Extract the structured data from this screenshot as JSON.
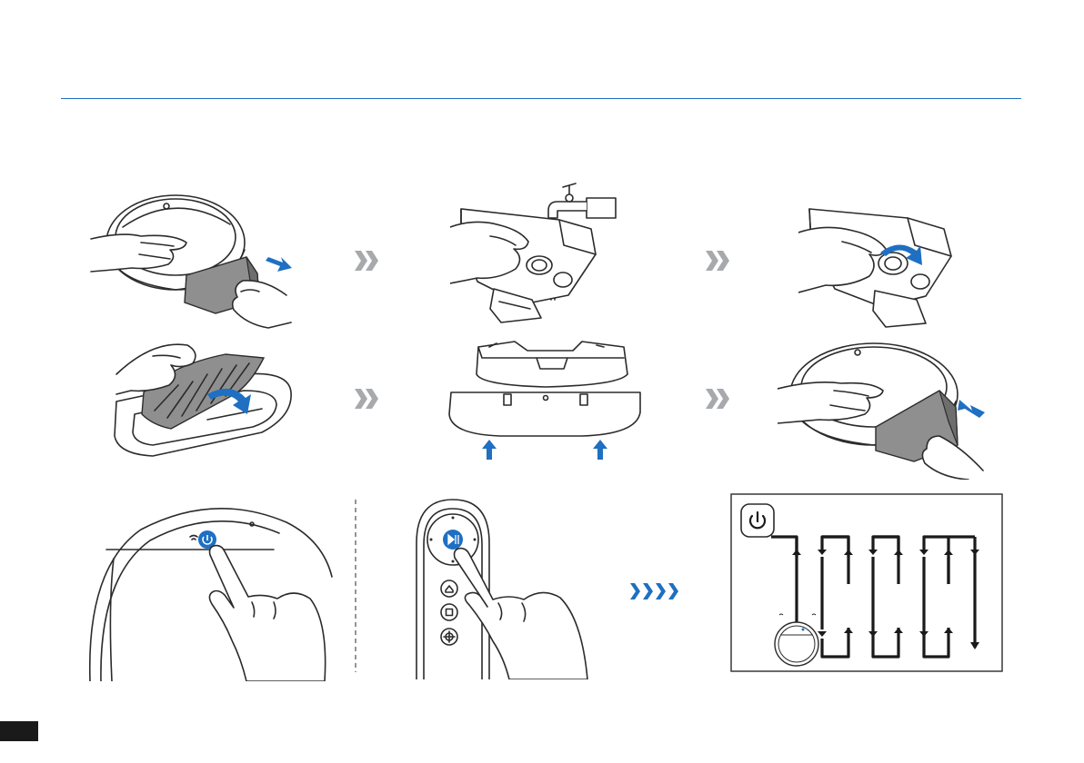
{
  "colors": {
    "accent_blue": "#1f6fc2",
    "chevron_gray": "#a7a9ac",
    "mop_gray": "#8f8f8f",
    "line": "#2b2b2b",
    "page_tab": "#1a1a1a"
  },
  "icons": {
    "step_separator": "double-chevron-icon",
    "go_separator": "quad-chevron-icon",
    "power": "power-icon",
    "play_pause": "play-pause-icon",
    "home": "home-icon",
    "spot": "square-icon",
    "edge": "crosshair-icon",
    "direction_arrow": "arrow-icon"
  },
  "steps": [
    {
      "id": "remove-mop-module",
      "row": 1,
      "col": 1
    },
    {
      "id": "fill-water-tank",
      "row": 1,
      "col": 2
    },
    {
      "id": "close-tank-cap",
      "row": 1,
      "col": 3
    },
    {
      "id": "attach-mop-cloth",
      "row": 2,
      "col": 1
    },
    {
      "id": "attach-mop-plate",
      "row": 2,
      "col": 2
    },
    {
      "id": "insert-mop-module",
      "row": 2,
      "col": 3
    },
    {
      "id": "press-robot-power",
      "row": 3,
      "col": 1
    },
    {
      "id": "press-remote-play",
      "row": 3,
      "col": 2
    },
    {
      "id": "zigzag-cleaning-pattern",
      "row": 3,
      "col": 3
    }
  ],
  "cleaning_pattern": {
    "columns": 4,
    "path": "back-and-forth"
  }
}
